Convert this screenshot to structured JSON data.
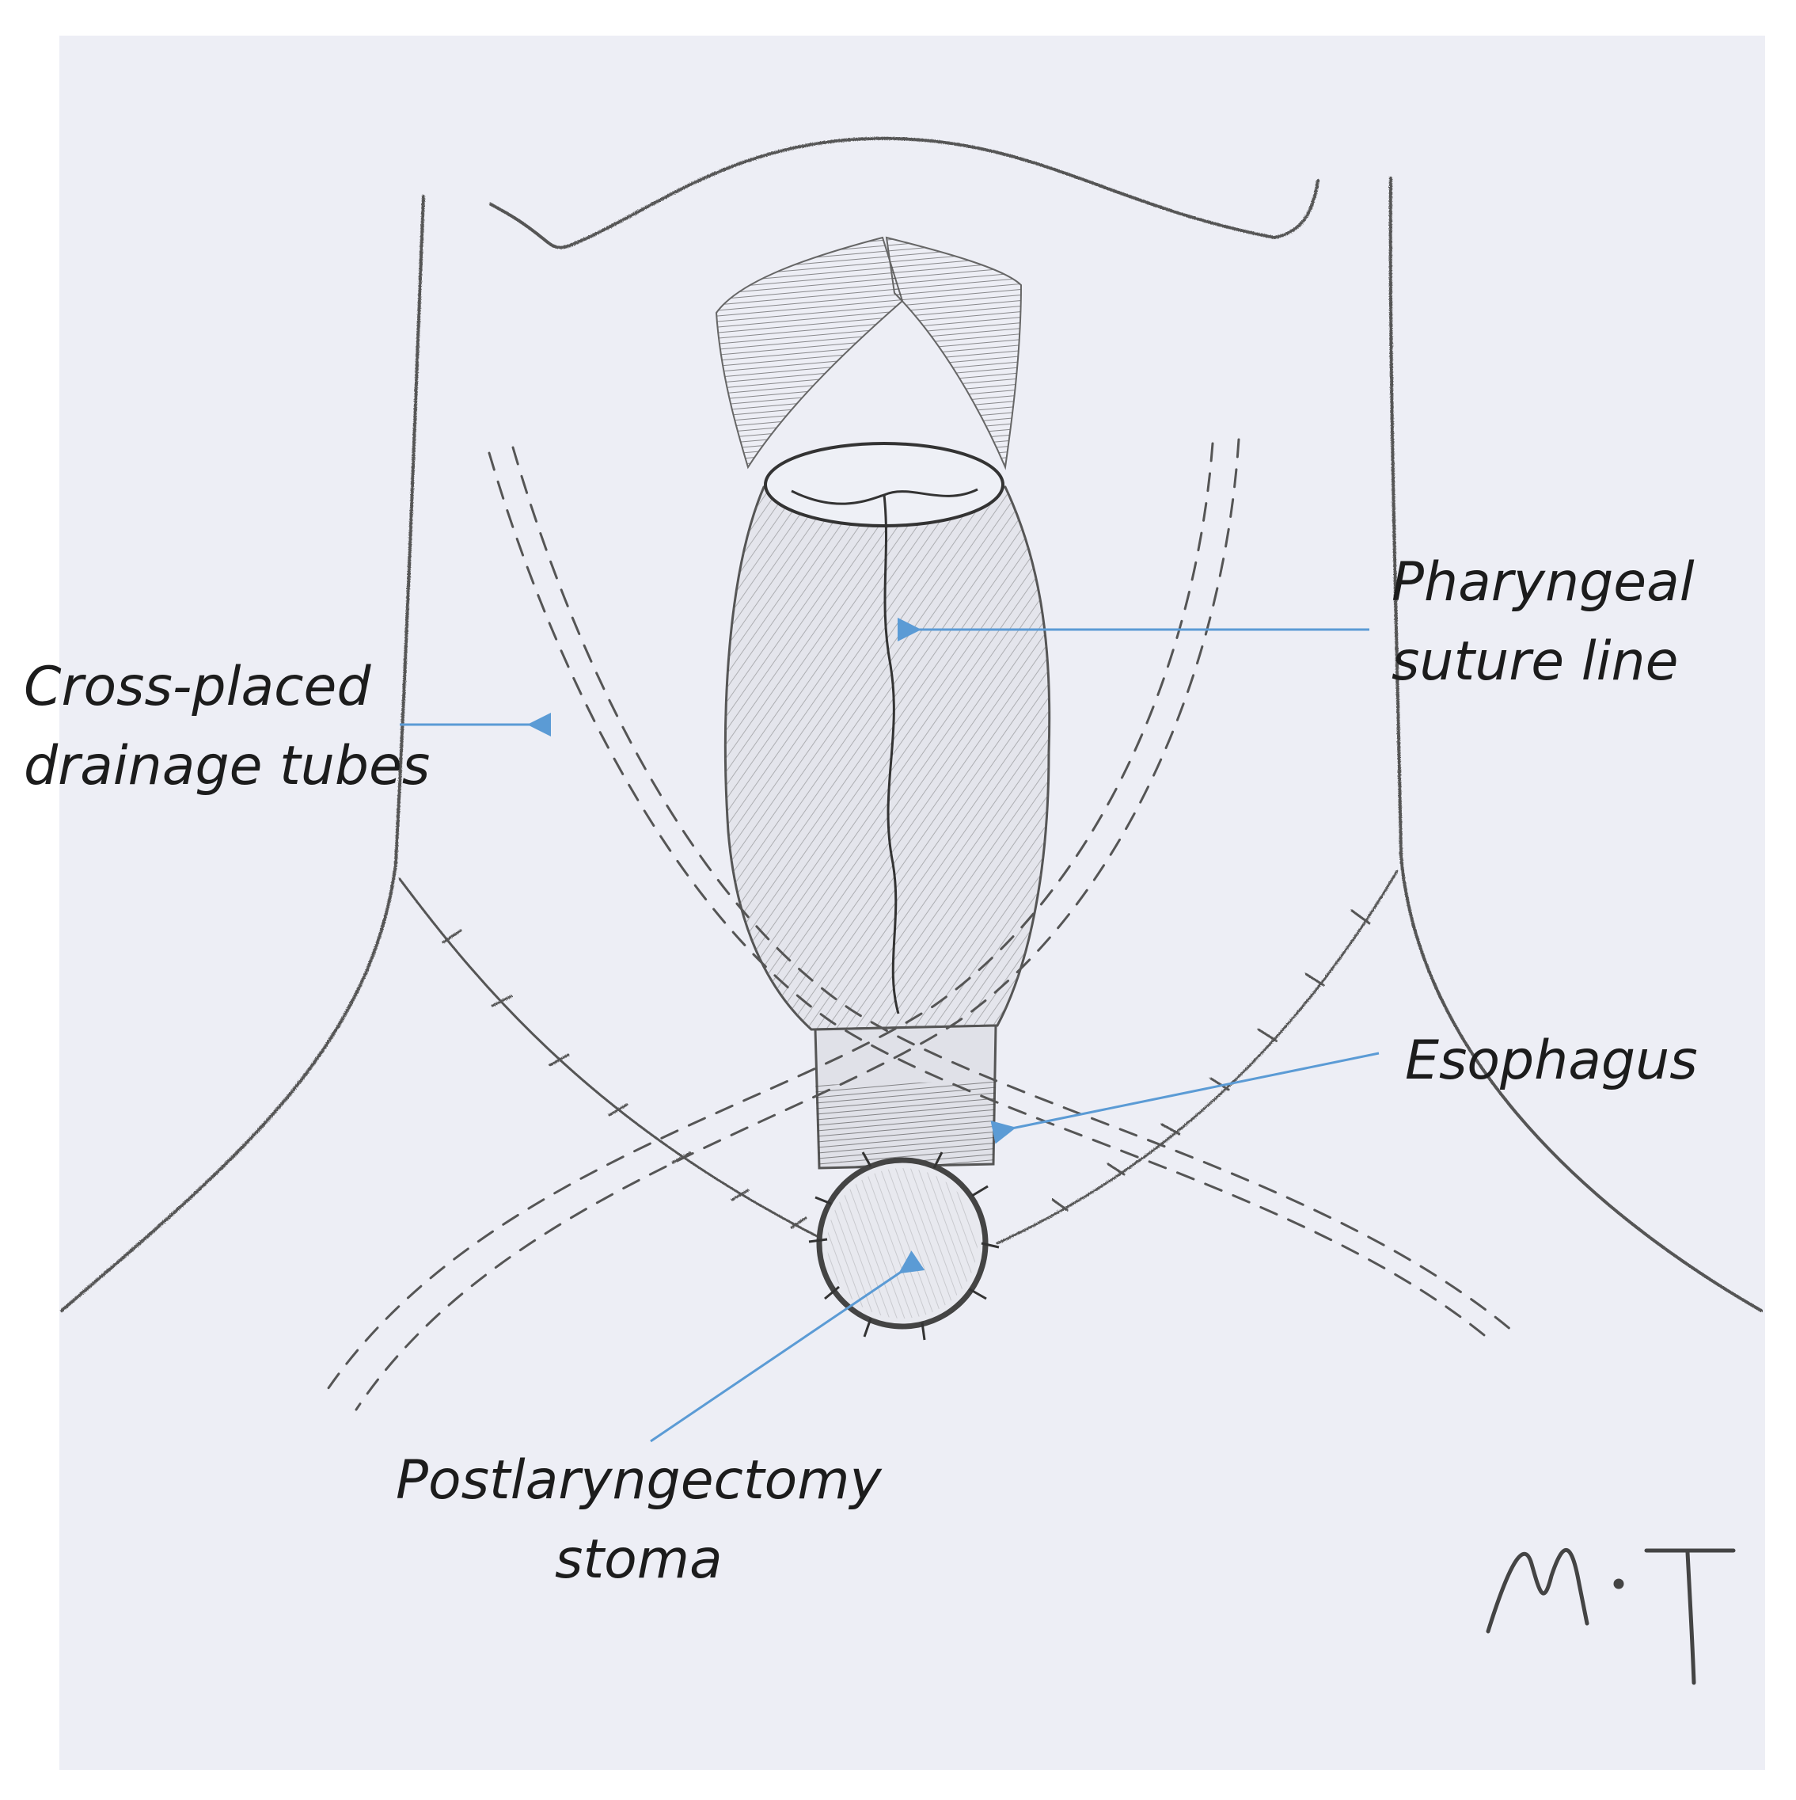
{
  "labels": {
    "drainage_tubes": [
      "Cross-placed",
      "drainage tubes"
    ],
    "pharyngeal_suture": [
      "Pharyngeal",
      "suture line"
    ],
    "esophagus": "Esophagus",
    "stoma": [
      "Postlaryngectomy",
      "stoma"
    ]
  },
  "signature": "M·T",
  "colors": {
    "paper": "#edeef5",
    "pencil": "#5a5a5a",
    "arrow": "#5b9bd5"
  }
}
